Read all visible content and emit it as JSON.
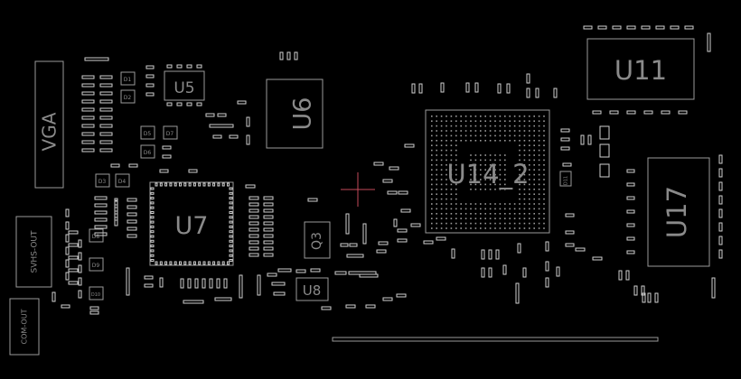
{
  "board": {
    "background": "#000000",
    "outline_color": "#9a9a9a",
    "pad_color": "#cfcfcf",
    "label_color": "#8a8a8a",
    "cursor_color": "#c44a5a"
  },
  "components": {
    "U5": "U5",
    "U6": "U6",
    "U7": "U7",
    "U8": "U8",
    "Q3": "Q3",
    "U11": "U11",
    "U14_2": "U14_2",
    "U17": "U17",
    "VGA": "VGA",
    "SVHS_OUT": "SVHS-OUT",
    "COM_OUT": "COM-OUT",
    "D1": "D1",
    "D2": "D2",
    "D3": "D3",
    "D4": "D4",
    "D5": "D5",
    "D6": "D6",
    "D7": "D7",
    "D8": "D8",
    "D9": "D9",
    "D10": "D10",
    "D11": "D11"
  }
}
